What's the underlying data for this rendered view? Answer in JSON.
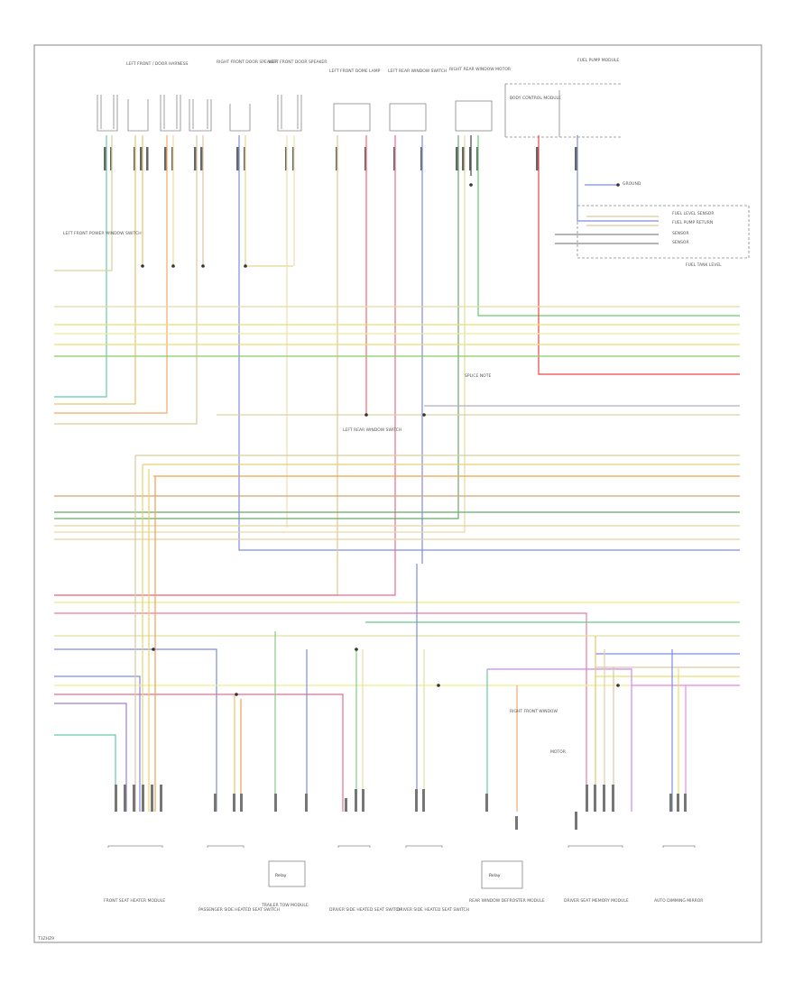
{
  "diagram": {
    "footer_code": "T3ZHZ9",
    "labels": {
      "top_left_door": "LEFT FRONT / DOOR HARNESS",
      "power_window_switch": "LEFT FRONT POWER WINDOW SWITCH",
      "front_door_speaker": "RIGHT FRONT DOOR SPEAKER",
      "left_door_speaker": "LEFT FRONT DOOR SPEAKER",
      "dome_lamp": "LEFT FRONT DOME LAMP",
      "rear_window_switch": "LEFT REAR WINDOW SWITCH",
      "right_rear_motor": "RIGHT REAR WINDOW MOTOR",
      "body_control": "BODY CONTROL MODULE",
      "fuel_pump": "FUEL PUMP MODULE",
      "fuel_level": "FUEL LEVEL SENSOR",
      "fuel_return": "FUEL PUMP RETURN",
      "sensor_a": "SENSOR",
      "sensor_b": "SENSOR",
      "ground": "GROUND",
      "splice_note": "SPLICE NOTE",
      "fuel_tank_label": "FUEL TANK LEVEL",
      "left_rear_window_switch": "LEFT REAR WINDOW SWITCH",
      "right_front_window": "RIGHT FRONT WINDOW",
      "motor_note": "MOTOR"
    },
    "bottom_components": [
      "FRONT SEAT HEATER MODULE",
      "PASSENGER SIDE HEATED SEAT SWITCH",
      "TRAILER TOW MODULE",
      "DRIVER SIDE HEATED SEAT SWITCH",
      "DRIVER SIDE HEATED SEAT SWITCH",
      "REAR WINDOW DEFROSTER MODULE",
      "DRIVER SEAT MEMORY MODULE",
      "AUTO DIMMING MIRROR"
    ],
    "box_label": "Relay"
  }
}
